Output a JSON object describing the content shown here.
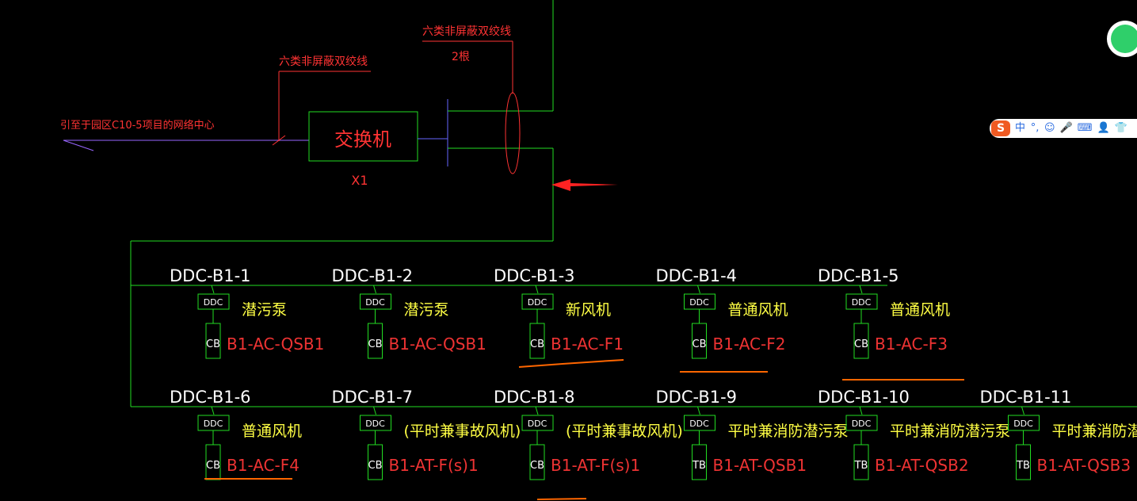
{
  "labels": {
    "cable_top": "六类非屏蔽双绞线",
    "cable_top_count": "2根",
    "cable_left": "六类非屏蔽双绞线",
    "source": "引至于园区C10-5项目的网络中心",
    "switch": "交换机",
    "switch_id": "X1"
  },
  "rows": [
    {
      "nodes": [
        {
          "ddc_id": "DDC-B1-1",
          "ddc_box": "DDC",
          "type_box": "CB",
          "desc": "潜污泵",
          "equip": "B1-AC-QSB1"
        },
        {
          "ddc_id": "DDC-B1-2",
          "ddc_box": "DDC",
          "type_box": "CB",
          "desc": "潜污泵",
          "equip": "B1-AC-QSB1"
        },
        {
          "ddc_id": "DDC-B1-3",
          "ddc_box": "DDC",
          "type_box": "CB",
          "desc": "新风机",
          "equip": "B1-AC-F1"
        },
        {
          "ddc_id": "DDC-B1-4",
          "ddc_box": "DDC",
          "type_box": "CB",
          "desc": "普通风机",
          "equip": "B1-AC-F2"
        },
        {
          "ddc_id": "DDC-B1-5",
          "ddc_box": "DDC",
          "type_box": "CB",
          "desc": "普通风机",
          "equip": "B1-AC-F3"
        }
      ]
    },
    {
      "nodes": [
        {
          "ddc_id": "DDC-B1-6",
          "ddc_box": "DDC",
          "type_box": "CB",
          "desc": "普通风机",
          "equip": "B1-AC-F4"
        },
        {
          "ddc_id": "DDC-B1-7",
          "ddc_box": "DDC",
          "type_box": "CB",
          "desc": "(平时兼事故风机)",
          "equip": "B1-AT-F(s)1"
        },
        {
          "ddc_id": "DDC-B1-8",
          "ddc_box": "DDC",
          "type_box": "CB",
          "desc": "(平时兼事故风机)",
          "equip": "B1-AT-F(s)1"
        },
        {
          "ddc_id": "DDC-B1-9",
          "ddc_box": "DDC",
          "type_box": "TB",
          "desc": "平时兼消防潜污泵",
          "equip": "B1-AT-QSB1"
        },
        {
          "ddc_id": "DDC-B1-10",
          "ddc_box": "DDC",
          "type_box": "TB",
          "desc": "平时兼消防潜污泵",
          "equip": "B1-AT-QSB2"
        },
        {
          "ddc_id": "DDC-B1-11",
          "ddc_box": "DDC",
          "type_box": "TB",
          "desc": "平时兼消防潜污泵",
          "equip": "B1-AT-QSB3"
        }
      ]
    }
  ],
  "toolbar": {
    "logo": "S",
    "items": [
      {
        "icon": "chinese-mode",
        "glyph": "中"
      },
      {
        "icon": "punctuation",
        "glyph": "°,"
      },
      {
        "icon": "emoji",
        "glyph": "☺"
      },
      {
        "icon": "microphone",
        "glyph": "🎤"
      },
      {
        "icon": "keyboard",
        "glyph": "⌨"
      },
      {
        "icon": "user",
        "glyph": "👤"
      },
      {
        "icon": "skin",
        "glyph": "👕"
      }
    ]
  },
  "colors": {
    "line": "#22dd22",
    "label": "#ffffff",
    "desc": "#ffff44",
    "equip": "#ee3333",
    "source": "#9966ff",
    "leader": "#ff3333",
    "underline": "#ff6600",
    "arrow": "#ff2222"
  }
}
